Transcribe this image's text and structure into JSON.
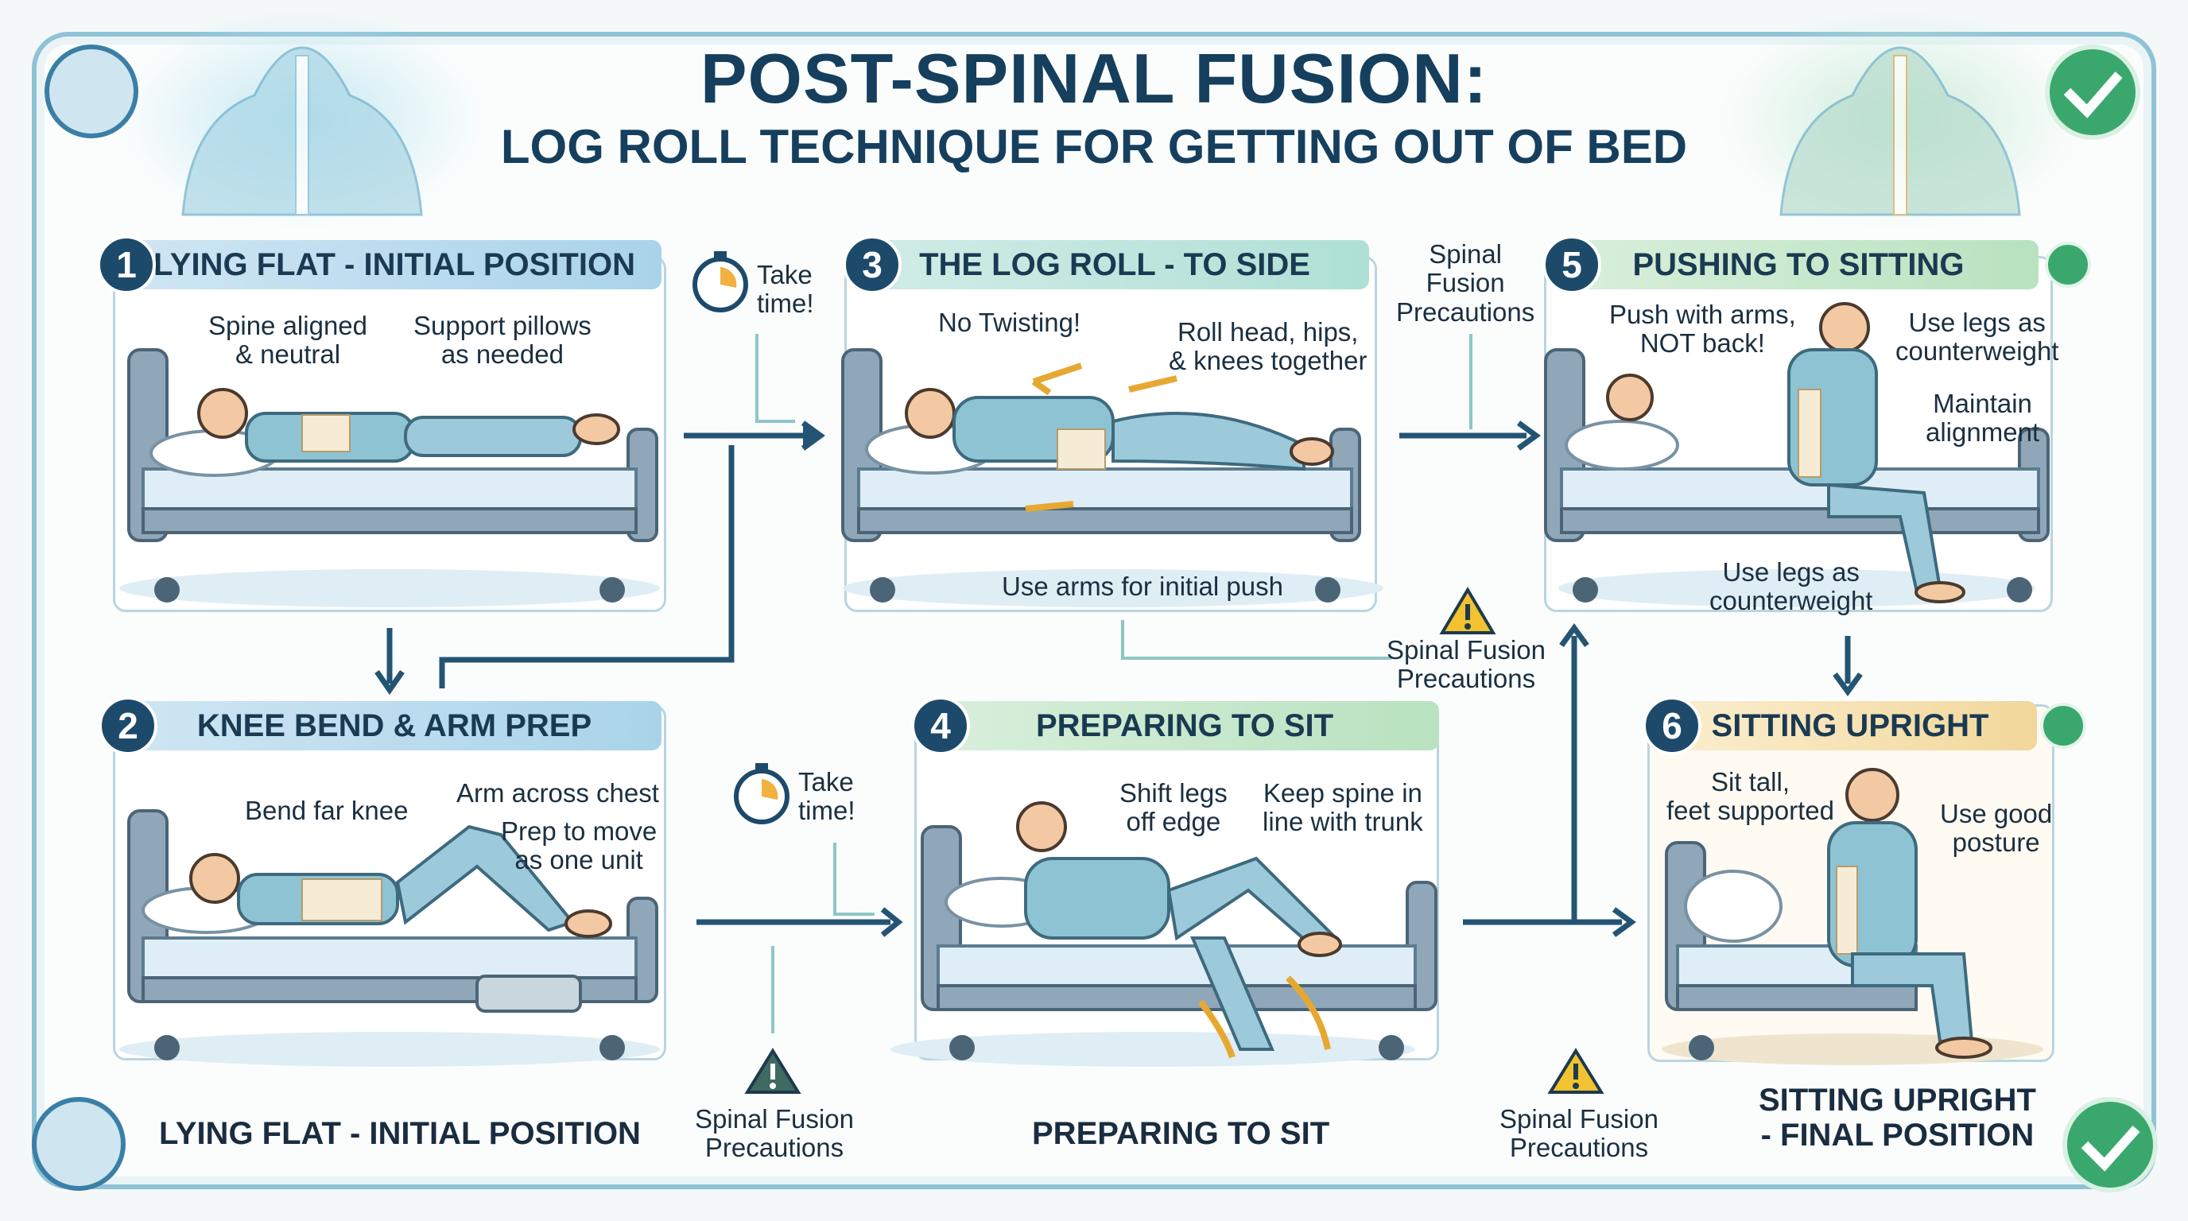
{
  "title": {
    "main": "POST-SPINAL FUSION:",
    "sub": "LOG ROLL TECHNIQUE FOR GETTING OUT OF BED"
  },
  "steps": [
    {
      "number": "1",
      "header": "LYING FLAT - INITIAL POSITION",
      "notes": [
        "Spine aligned\n& neutral",
        "Support pillows\nas needed"
      ]
    },
    {
      "number": "2",
      "header": "KNEE BEND & ARM PREP",
      "notes": [
        "Bend far knee",
        "Arm across chest",
        "Prep to move\nas one unit"
      ],
      "caption": "LYING FLAT - INITIAL POSITION"
    },
    {
      "number": "3",
      "header": "THE LOG ROLL - TO SIDE",
      "notes": [
        "No Twisting!",
        "Roll head, hips,\n& knees together",
        "Use arms for initial push"
      ]
    },
    {
      "number": "4",
      "header": "PREPARING TO SIT",
      "notes": [
        "Shift legs\noff edge",
        "Keep spine in\nline with trunk"
      ],
      "caption": "PREPARING TO SIT"
    },
    {
      "number": "5",
      "header": "PUSHING TO SITTING",
      "notes": [
        "Push with arms,\nNOT back!",
        "Use legs as\ncounterweight",
        "Maintain\nalignment",
        "Use legs as\ncounterweight"
      ]
    },
    {
      "number": "6",
      "header": "SITTING UPRIGHT",
      "notes": [
        "Sit tall,\nfeet supported",
        "Use good\nposture"
      ],
      "caption": "SITTING UPRIGHT\n- FINAL POSITION"
    }
  ],
  "connectors": {
    "take_time_1": "Take\ntime!",
    "take_time_2": "Take\ntime!",
    "precaution_top": "Spinal\nFusion\nPrecautions",
    "precaution_mid": "Spinal Fusion\nPrecautions",
    "precaution_bottom_left": "Spinal Fusion\nPrecautions",
    "precaution_bottom_right": "Spinal Fusion\nPrecautions"
  },
  "colors": {
    "navy": "#163f5e",
    "arrow": "#245473",
    "check_green": "#3aa86d",
    "warning_yellow": "#f2c230",
    "scrub_blue": "#8ec3d4"
  }
}
